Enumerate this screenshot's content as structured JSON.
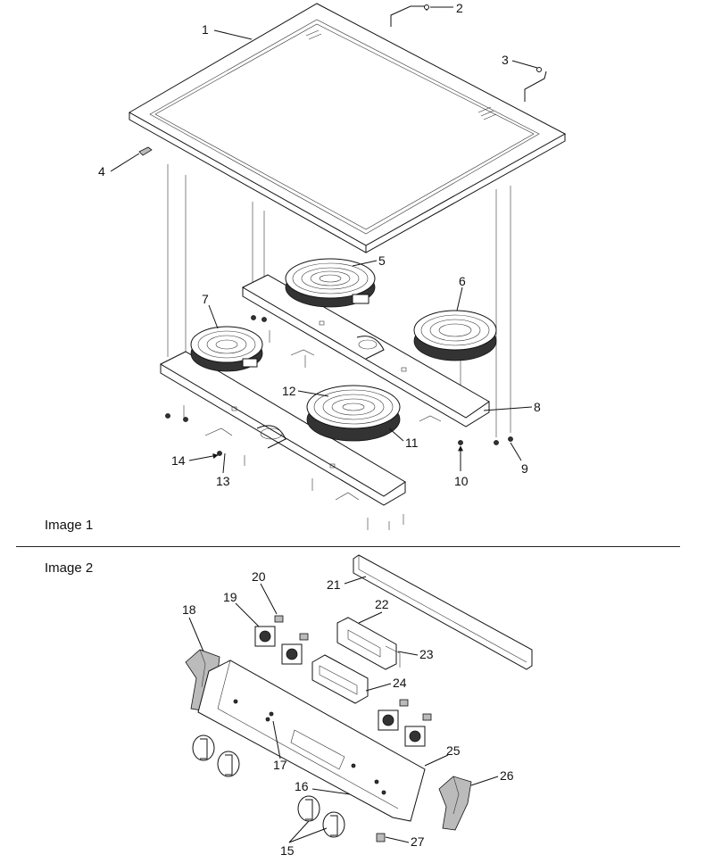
{
  "panels": [
    {
      "title": "Image 1"
    },
    {
      "title": "Image 2"
    }
  ],
  "callouts": [
    "1",
    "2",
    "3",
    "4",
    "5",
    "6",
    "7",
    "8",
    "9",
    "10",
    "11",
    "12",
    "13",
    "14",
    "15",
    "16",
    "17",
    "18",
    "19",
    "20",
    "21",
    "22",
    "23",
    "24",
    "25",
    "26",
    "27"
  ],
  "colors": {
    "line": "#111111",
    "background": "#ffffff"
  }
}
